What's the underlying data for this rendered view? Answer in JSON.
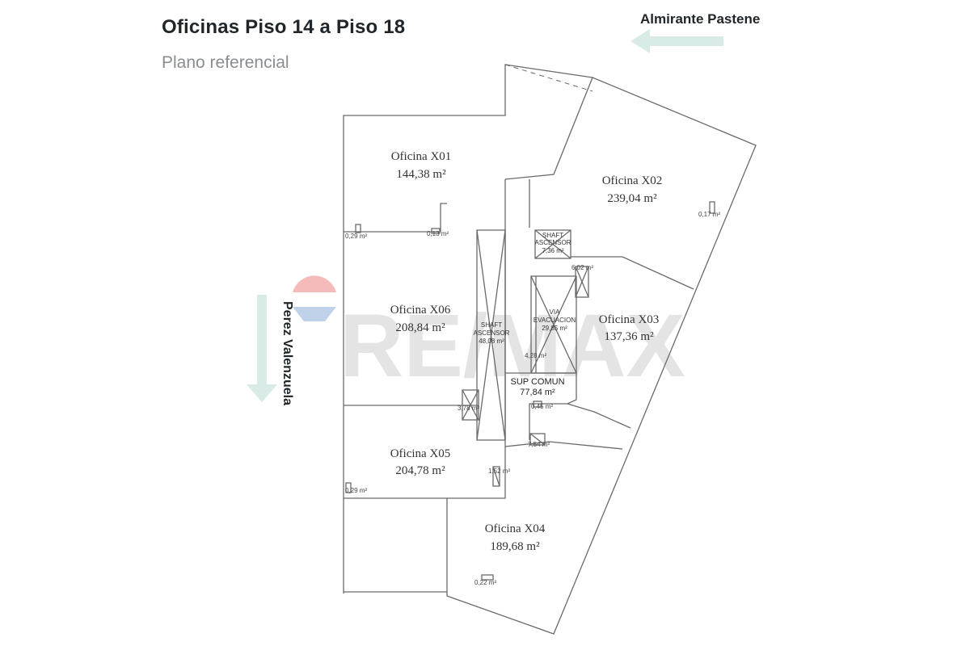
{
  "header": {
    "title": "Oficinas Piso 14 a Piso 18",
    "subtitle": "Plano referencial"
  },
  "streets": {
    "top": "Almirante Pastene",
    "left": "Perez Valenzuela"
  },
  "offices": [
    {
      "name": "Oficina X01",
      "area": "144,38  m²"
    },
    {
      "name": "Oficina X02",
      "area": "239,04  m²"
    },
    {
      "name": "Oficina X03",
      "area": "137,36  m²"
    },
    {
      "name": "Oficina X04",
      "area": "189,68  m²"
    },
    {
      "name": "Oficina X05",
      "area": "204,78  m²"
    },
    {
      "name": "Oficina X06",
      "area": "208,84  m²"
    }
  ],
  "core": {
    "shaft_main": {
      "line1": "SHAFT",
      "line2": "ASCENSOR",
      "area": "48,08 m²"
    },
    "shaft_small": {
      "line1": "SHAFT",
      "line2": "ASCENSOR",
      "area": "7,36 m²"
    },
    "evacuation": {
      "line1": "VIA",
      "line2": "EVACUACION",
      "area": "29,85 m²"
    },
    "common": {
      "label": "SUP COMUN",
      "area": "77,84 m²"
    }
  },
  "small_areas": {
    "a1": "0,29 m²",
    "a2": "0,13 m²",
    "a3": "0,17 m²",
    "a4": "6,02 m²",
    "a5": "4,28 m²",
    "a6": "3,78 m²",
    "a7": "0,45 m²",
    "a8": "7,54 m²",
    "a9": "1,52 m²",
    "a10": "0,29 m²",
    "a11": "0,22 m²"
  },
  "watermark": "RE/MAX",
  "colors": {
    "line": "#6a6a6a",
    "arrow": "#d8ebe6",
    "watermark": "#dcdcdc",
    "balloon_red": "#f2a5a5",
    "balloon_blue": "#aac3e2"
  }
}
